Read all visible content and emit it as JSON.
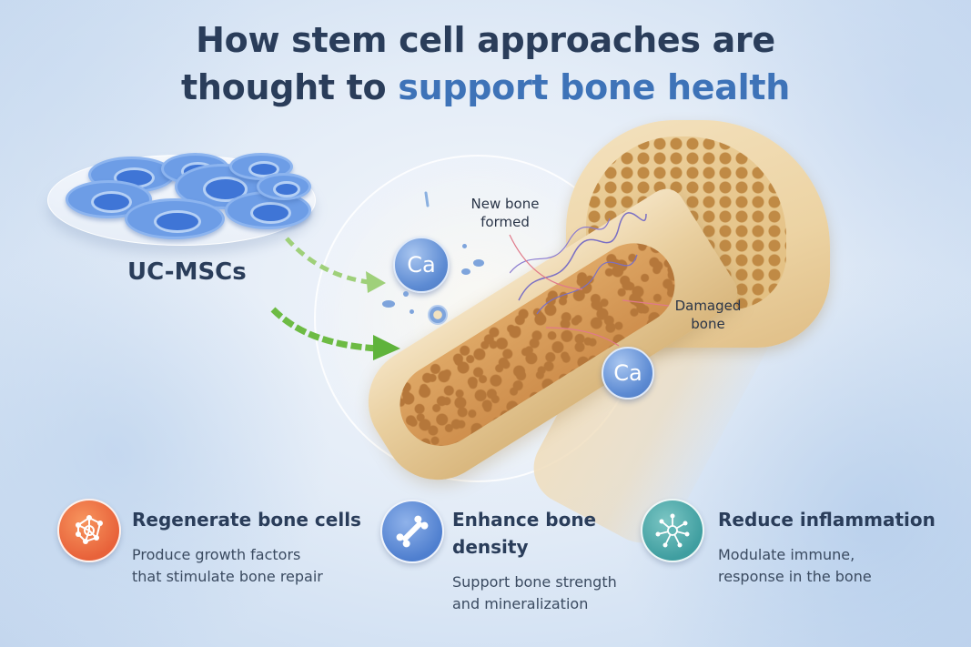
{
  "title": {
    "line1": "How stem cell approaches are",
    "line2_prefix": "thought to ",
    "line2_accent": "support bone health"
  },
  "cells": {
    "label": "UC-MSCs"
  },
  "illustration": {
    "calcium_badge_1": "Ca",
    "calcium_badge_2": "Ca",
    "callout_new_bone_line1": "New bone",
    "callout_new_bone_line2": "formed",
    "callout_damaged_line1": "Damaged",
    "callout_damaged_line2": "bone"
  },
  "features": [
    {
      "title": "Regenerate bone cells",
      "desc_line1": "Produce growth factors",
      "desc_line2": "that stimulate bone repair",
      "icon": "cell-network-icon",
      "color": "#e8623a"
    },
    {
      "title_line1": "Enhance bone",
      "title_line2": "density",
      "desc_line1": "Support bone strength",
      "desc_line2": "and mineralization",
      "icon": "bone-icon",
      "color": "#4f7fcf"
    },
    {
      "title": "Reduce inflammation",
      "desc_line1": "Modulate immune,",
      "desc_line2": "response in the bone",
      "icon": "immune-cell-icon",
      "color": "#3f9ea0"
    }
  ],
  "colors": {
    "title_dark": "#2a3d5a",
    "title_accent": "#3e73b8",
    "arrow_green": "#7cc24a",
    "bone": "#e9cf9f"
  }
}
